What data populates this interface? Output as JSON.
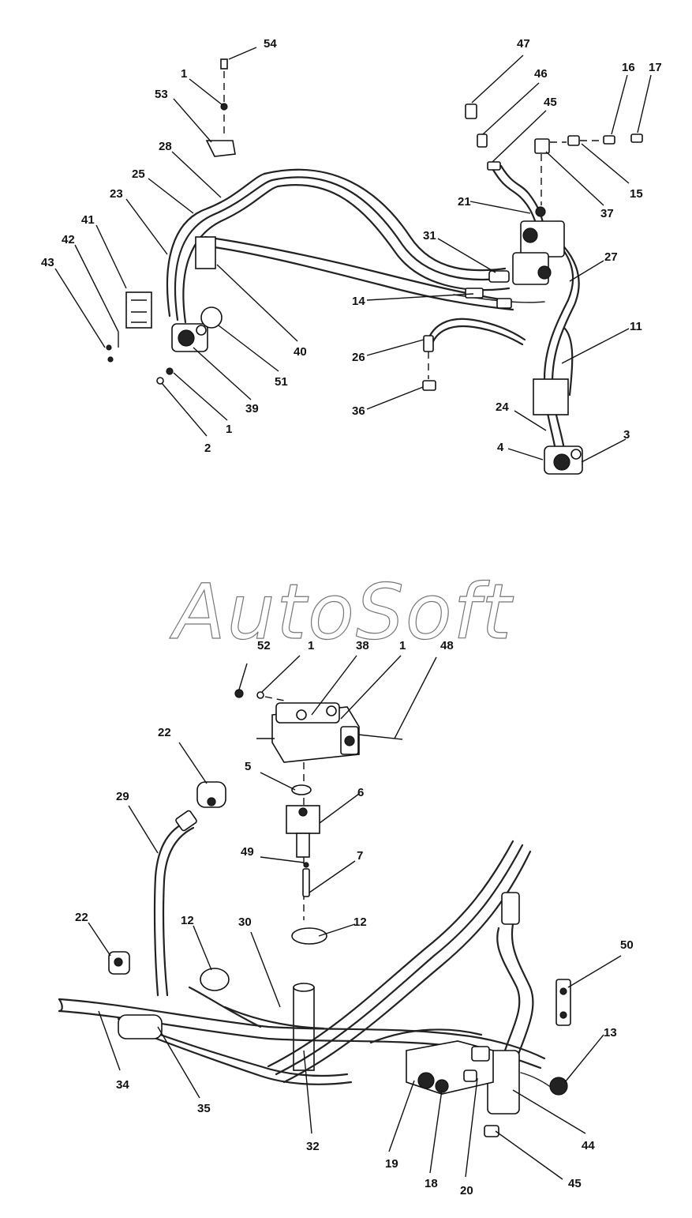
{
  "watermark": "AutoSoft",
  "callouts": [
    {
      "id": "c54",
      "text": "54"
    },
    {
      "id": "c1a",
      "text": "1"
    },
    {
      "id": "c53",
      "text": "53"
    },
    {
      "id": "c28",
      "text": "28"
    },
    {
      "id": "c25",
      "text": "25"
    },
    {
      "id": "c23",
      "text": "23"
    },
    {
      "id": "c41",
      "text": "41"
    },
    {
      "id": "c42",
      "text": "42"
    },
    {
      "id": "c43",
      "text": "43"
    },
    {
      "id": "c40",
      "text": "40"
    },
    {
      "id": "c51",
      "text": "51"
    },
    {
      "id": "c39",
      "text": "39"
    },
    {
      "id": "c1b",
      "text": "1"
    },
    {
      "id": "c2",
      "text": "2"
    },
    {
      "id": "c47",
      "text": "47"
    },
    {
      "id": "c46",
      "text": "46"
    },
    {
      "id": "c45a",
      "text": "45"
    },
    {
      "id": "c16",
      "text": "16"
    },
    {
      "id": "c17",
      "text": "17"
    },
    {
      "id": "c15",
      "text": "15"
    },
    {
      "id": "c37",
      "text": "37"
    },
    {
      "id": "c21",
      "text": "21"
    },
    {
      "id": "c31",
      "text": "31"
    },
    {
      "id": "c27",
      "text": "27"
    },
    {
      "id": "c14",
      "text": "14"
    },
    {
      "id": "c11",
      "text": "11"
    },
    {
      "id": "c26",
      "text": "26"
    },
    {
      "id": "c36",
      "text": "36"
    },
    {
      "id": "c24",
      "text": "24"
    },
    {
      "id": "c3",
      "text": "3"
    },
    {
      "id": "c4",
      "text": "4"
    },
    {
      "id": "c52",
      "text": "52"
    },
    {
      "id": "c1c",
      "text": "1"
    },
    {
      "id": "c38",
      "text": "38"
    },
    {
      "id": "c1d",
      "text": "1"
    },
    {
      "id": "c48",
      "text": "48"
    },
    {
      "id": "c22a",
      "text": "22"
    },
    {
      "id": "c29",
      "text": "29"
    },
    {
      "id": "c5",
      "text": "5"
    },
    {
      "id": "c6",
      "text": "6"
    },
    {
      "id": "c49",
      "text": "49"
    },
    {
      "id": "c7",
      "text": "7"
    },
    {
      "id": "c22b",
      "text": "22"
    },
    {
      "id": "c12a",
      "text": "12"
    },
    {
      "id": "c30",
      "text": "30"
    },
    {
      "id": "c12b",
      "text": "12"
    },
    {
      "id": "c50",
      "text": "50"
    },
    {
      "id": "c13",
      "text": "13"
    },
    {
      "id": "c34",
      "text": "34"
    },
    {
      "id": "c35",
      "text": "35"
    },
    {
      "id": "c32",
      "text": "32"
    },
    {
      "id": "c19",
      "text": "19"
    },
    {
      "id": "c18",
      "text": "18"
    },
    {
      "id": "c20",
      "text": "20"
    },
    {
      "id": "c44",
      "text": "44"
    },
    {
      "id": "c45b",
      "text": "45"
    }
  ]
}
